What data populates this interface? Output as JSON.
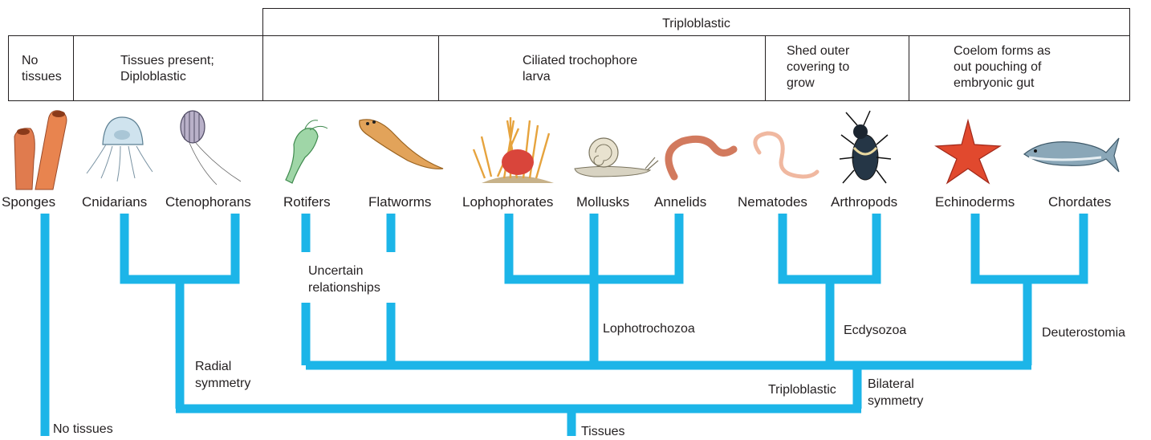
{
  "header": {
    "top": "Triploblastic",
    "no_tissues": [
      "No",
      "tissues"
    ],
    "tissues_present": [
      "Tissues present;",
      "Diploblastic"
    ],
    "trochophore": [
      "Ciliated trochophore",
      "larva"
    ],
    "shed": [
      "Shed outer",
      "covering to",
      "grow"
    ],
    "coelom": [
      "Coelom forms as",
      "out pouching of",
      "embryonic gut"
    ]
  },
  "taxa": [
    "Sponges",
    "Cnidarians",
    "Ctenophorans",
    "Rotifers",
    "Flatworms",
    "Lophophorates",
    "Mollusks",
    "Annelids",
    "Nematodes",
    "Arthropods",
    "Echinoderms",
    "Chordates"
  ],
  "labels": {
    "uncertain": [
      "Uncertain",
      "relationships"
    ],
    "lophotrochozoa": "Lophotrochozoa",
    "ecdysozoa": "Ecdysozoa",
    "deuterostomia": "Deuterostomia",
    "radial": [
      "Radial",
      "symmetry"
    ],
    "triploblastic": "Triploblastic",
    "bilateral": [
      "Bilateral",
      "symmetry"
    ],
    "no_tissues": "No tissues",
    "tissues": "Tissues"
  },
  "colors": {
    "tree": "#1cb5e8",
    "text": "#231f20"
  },
  "icons": [
    "sponge-icon",
    "jellyfish-icon",
    "comb-jelly-icon",
    "rotifer-icon",
    "flatworm-icon",
    "lophophorate-icon",
    "snail-icon",
    "earthworm-icon",
    "roundworm-icon",
    "beetle-icon",
    "starfish-icon",
    "fish-icon"
  ]
}
